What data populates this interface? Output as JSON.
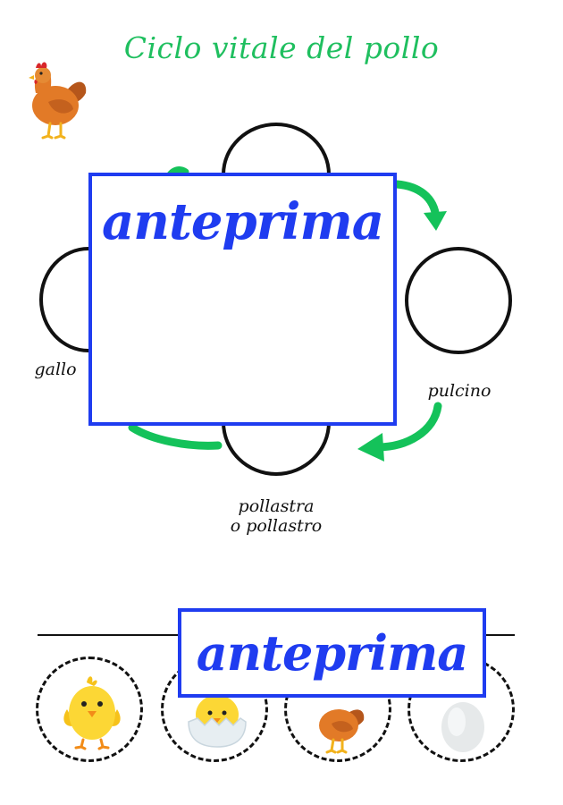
{
  "page": {
    "title": "Ciclo vitale del pollo"
  },
  "cycle": {
    "labels": {
      "gallo": "gallo",
      "pulcino": "pulcino",
      "pollastra": "pollastra",
      "pollastro": "o pollastro"
    }
  },
  "watermarks": {
    "main": "anteprima",
    "bottom": "anteprima"
  },
  "colors": {
    "title_green": "#1fbf5f",
    "arrow_green": "#14c25a",
    "watermark_blue": "#1f3cf0"
  },
  "icons": {
    "hen": "hen-icon",
    "chick": "chick-icon",
    "hatching_chick": "hatching-chick-icon",
    "egg": "egg-icon"
  }
}
